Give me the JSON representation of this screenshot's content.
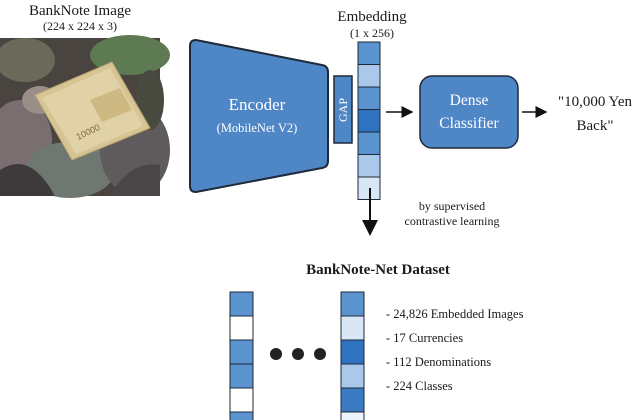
{
  "input": {
    "title": "BankNote Image",
    "size": "(224 x 224 x 3)"
  },
  "embedding": {
    "title": "Embedding",
    "size": "(1 x 256)",
    "cell_colors": [
      "#5b93cf",
      "#a9c8ea",
      "#5b93cf",
      "#2f72bf",
      "#5b93cf",
      "#a9c8ea",
      "#d8e6f5"
    ]
  },
  "encoder": {
    "title": "Encoder",
    "subtitle": "(MobileNet V2)"
  },
  "gap": {
    "label": "GAP"
  },
  "classifier": {
    "line1": "Dense",
    "line2": "Classifier"
  },
  "output": {
    "line1": "\"10,000 Yen",
    "line2": "Back\""
  },
  "training_note": {
    "line1": "by supervised",
    "line2": "contrastive learning"
  },
  "dataset": {
    "title": "BankNote-Net Dataset",
    "stats": [
      "- 24,826 Embedded Images",
      "- 17 Currencies",
      "- 112 Denominations",
      "- 224 Classes"
    ],
    "left_column_colors": [
      "#5b93cf",
      "#ffffff",
      "#5b93cf",
      "#5b93cf",
      "#ffffff",
      "#5b93cf"
    ],
    "right_column_colors": [
      "#5b93cf",
      "#d8e6f5",
      "#2f72bf",
      "#a9c8ea",
      "#3a7bc4",
      "#eef4fb"
    ]
  },
  "colors": {
    "block_fill": "#4f86c6",
    "block_stroke": "#1e2a3a"
  }
}
